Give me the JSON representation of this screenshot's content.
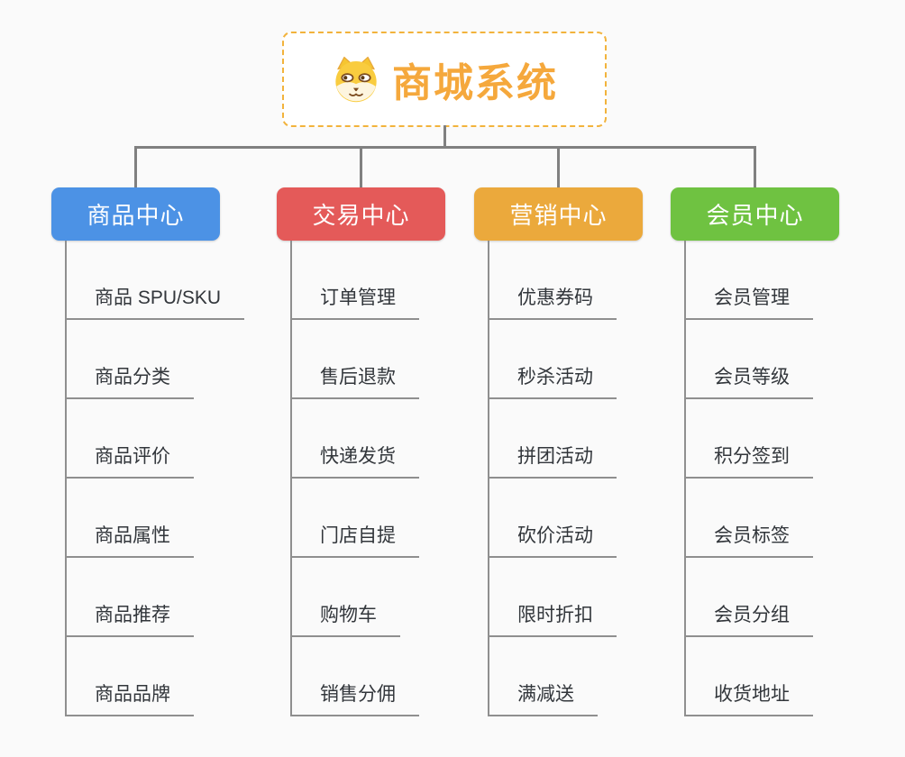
{
  "colors": {
    "canvas_background": "#fafafa",
    "connector": "#808080",
    "child_line": "#8f8f8f",
    "child_text": "#32363b",
    "root_text": "#f5a83c",
    "root_border": "#f2b33c",
    "branch_text": "#ffffff"
  },
  "root": {
    "label": "商城系统",
    "icon": "dog-face-icon"
  },
  "branches": [
    {
      "label": "商品中心",
      "color": "#4c92e5",
      "children": [
        "商品 SPU/SKU",
        "商品分类",
        "商品评价",
        "商品属性",
        "商品推荐",
        "商品品牌"
      ]
    },
    {
      "label": "交易中心",
      "color": "#e45a59",
      "children": [
        "订单管理",
        "售后退款",
        "快递发货",
        "门店自提",
        "购物车",
        "销售分佣"
      ]
    },
    {
      "label": "营销中心",
      "color": "#eba93c",
      "children": [
        "优惠券码",
        "秒杀活动",
        "拼团活动",
        "砍价活动",
        "限时折扣",
        "满减送"
      ]
    },
    {
      "label": "会员中心",
      "color": "#6fc241",
      "children": [
        "会员管理",
        "会员等级",
        "积分签到",
        "会员标签",
        "会员分组",
        "收货地址"
      ]
    }
  ]
}
